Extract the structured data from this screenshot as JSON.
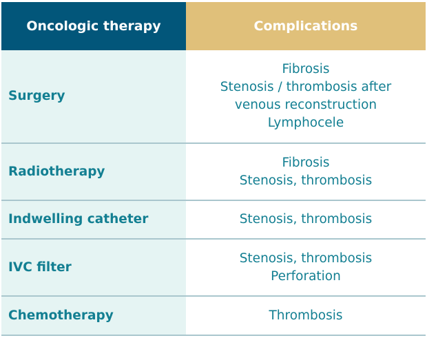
{
  "headers": {
    "therapy": "Oncologic therapy",
    "complications": "Complications"
  },
  "rows": [
    {
      "therapy": "Surgery",
      "complications": [
        "Fibrosis",
        "Stenosis / thrombosis after",
        "venous reconstruction",
        "Lymphocele"
      ]
    },
    {
      "therapy": "Radiotherapy",
      "complications": [
        "Fibrosis",
        "Stenosis, thrombosis"
      ]
    },
    {
      "therapy": "Indwelling catheter",
      "complications": [
        "Stenosis, thrombosis"
      ]
    },
    {
      "therapy": "IVC filter",
      "complications": [
        "Stenosis, thrombosis",
        "Perforation"
      ]
    },
    {
      "therapy": "Chemotherapy",
      "complications": [
        "Thrombosis"
      ]
    }
  ]
}
